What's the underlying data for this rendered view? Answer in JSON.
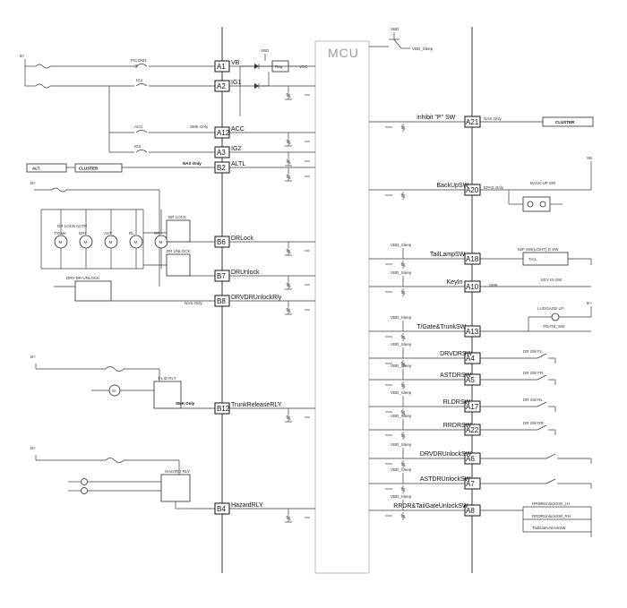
{
  "mcu": {
    "label": "MCU"
  },
  "supply": {
    "bplus": "B+",
    "vbd": "VBD",
    "vbd_sleep": "VBD_Sleep",
    "reg": "Reg",
    "vcc": "VCC",
    "sb": "SB"
  },
  "fuses": {
    "pconn": "P/CONN",
    "ig1": "IG1",
    "acc": "ACC",
    "ig2": "IG2"
  },
  "left_pins": [
    {
      "pin": "A1",
      "signal": "VB"
    },
    {
      "pin": "A2",
      "signal": "IG1"
    },
    {
      "pin": "A12",
      "signal": "ACC"
    },
    {
      "pin": "A3",
      "signal": "IG2"
    },
    {
      "pin": "B2",
      "signal": "ALTL"
    },
    {
      "pin": "B6",
      "signal": "DRLock"
    },
    {
      "pin": "B7",
      "signal": "DRUnlock"
    },
    {
      "pin": "B8",
      "signal": "DRVDRUnlockRly"
    },
    {
      "pin": "B12",
      "signal": "TrunkReleaseRLY"
    },
    {
      "pin": "B4",
      "signal": "HazardRLY"
    }
  ],
  "right_pins": [
    {
      "pin": "A21",
      "signal": "inhibit \"P\" SW"
    },
    {
      "pin": "A20",
      "signal": "BackUpSW"
    },
    {
      "pin": "A18",
      "signal": "TailLampSW"
    },
    {
      "pin": "A10",
      "signal": "KeyIn"
    },
    {
      "pin": "A13",
      "signal": "T/Gate&TrunkSW"
    },
    {
      "pin": "A4",
      "signal": "DRVDRSW"
    },
    {
      "pin": "A5",
      "signal": "ASTDRSW"
    },
    {
      "pin": "A17",
      "signal": "RLDRSW"
    },
    {
      "pin": "A22",
      "signal": "RRDRSW"
    },
    {
      "pin": "A6",
      "signal": "DRVDRUnlockSW"
    },
    {
      "pin": "A7",
      "signal": "ASTDRUnlockSW"
    },
    {
      "pin": "A8",
      "signal": "RRDR&TailGateUnlockSW"
    }
  ],
  "left_devices": {
    "smk_only": "SMK Only",
    "nas_only": "NAS Only",
    "alt": "ALT.",
    "cluster": "CLUSTER",
    "dr_lock_actr": "DR LOCK ACTR",
    "motors": [
      "T/Gate",
      "DRI",
      "AST",
      "RL",
      "RR"
    ],
    "dr_lock": "DR LOCK",
    "dr_unlock": "DR UNLOCK",
    "drv_dr_unlock": "DRV DR UNLOCK",
    "t_lid_rly": "T-LID RLY",
    "hazard_rly": "HAZARD RLY",
    "motor_symbol": "M"
  },
  "right_devices": {
    "nas_only": "NAS Only",
    "cluster": "CLUSTER",
    "epas_only": "EPAS Only",
    "back_up_sw": "BACK UP SW",
    "multi_fn_sw": "M/F SW(LIGHT) D SW",
    "tail": "TAIL",
    "smk": "SMK",
    "key_in_sw": "KEY IN SW",
    "luggage_lp": "LUGGAGE LP",
    "tgate_sw": "TGATE_SW",
    "dr_sw_fl": "DR SW FL",
    "dr_sw_fr": "DR SW FR",
    "dr_sw_rl": "DR SW RL",
    "dr_sw_rr": "DR SW RR",
    "rrdr_unlock_lh": "RRDRUnlockSW_LH",
    "rrdr_unlock_rh": "RRDRUnlockSW_RH",
    "tailgate_unlock": "TailGateUnlockSW"
  }
}
